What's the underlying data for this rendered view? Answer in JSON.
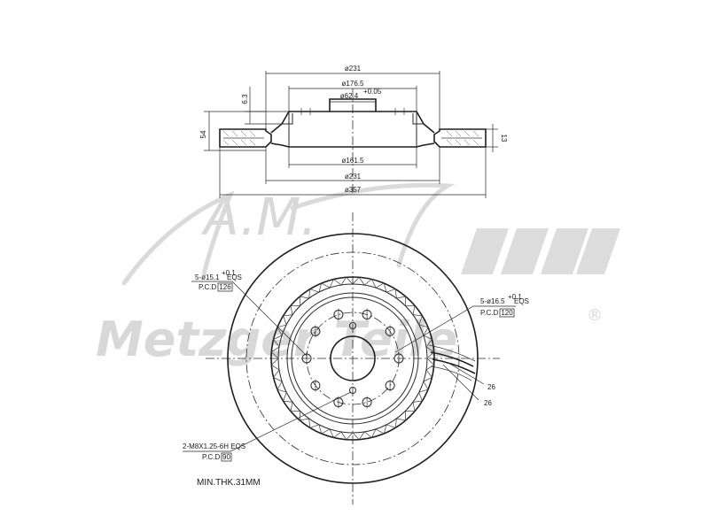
{
  "watermark": {
    "logo_letters": "A.M.",
    "brand": "Metzger Teile",
    "registered_mark": "®"
  },
  "section_view": {
    "dims": {
      "outer_dia_top": "ø231",
      "hat_dia": "ø176.5",
      "center_bore": "ø62.4",
      "center_bore_tol": "+0.05",
      "hat_depth": "6.3",
      "total_height": "54",
      "disc_thickness": "13",
      "inner_dia": "ø161.5",
      "outer_dia_bottom": "ø231",
      "overall_dia": "ø357"
    }
  },
  "plan_view": {
    "callouts": {
      "bolt_left": {
        "spec": "5-ø15.1",
        "tol": "+0.1",
        "eq": "EQS",
        "pcd_label": "P.C.D",
        "pcd_value": "126"
      },
      "bolt_right": {
        "spec": "5-ø16.5",
        "tol": "+0.1",
        "eq": "EQS",
        "pcd_label": "P.C.D",
        "pcd_value": "120"
      },
      "thread": {
        "spec": "2-M8X1.25-6H EQS",
        "pcd_label": "P.C.D",
        "pcd_value": "90"
      },
      "groove_a": "26",
      "groove_b": "26"
    },
    "min_thickness": "MIN.THK.31MM"
  }
}
